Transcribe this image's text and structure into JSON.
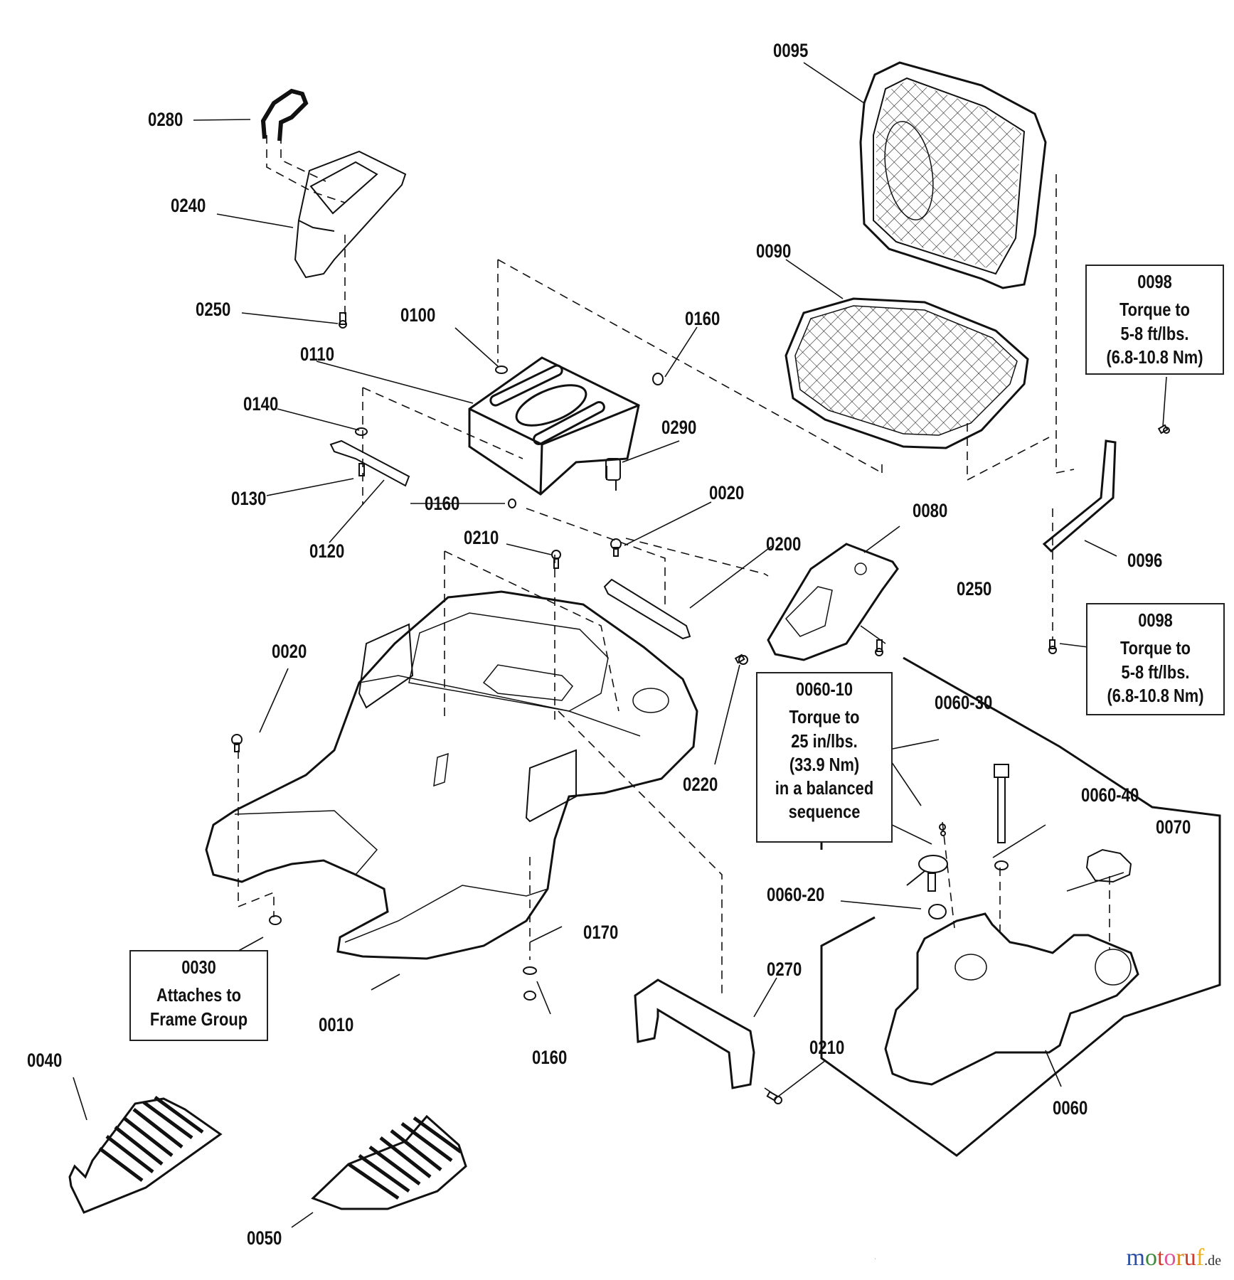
{
  "diagram": {
    "title": "Seat, Body, Fuel Tank Exploded Parts Diagram",
    "callouts": [
      {
        "id": "c0280",
        "text": "0280"
      },
      {
        "id": "c0240",
        "text": "0240"
      },
      {
        "id": "c0250a",
        "text": "0250"
      },
      {
        "id": "c0100",
        "text": "0100"
      },
      {
        "id": "c0110",
        "text": "0110"
      },
      {
        "id": "c0160a",
        "text": "0160"
      },
      {
        "id": "c0140",
        "text": "0140"
      },
      {
        "id": "c0290",
        "text": "0290"
      },
      {
        "id": "c0130",
        "text": "0130"
      },
      {
        "id": "c0160b",
        "text": "0160"
      },
      {
        "id": "c0120",
        "text": "0120"
      },
      {
        "id": "c0210a",
        "text": "0210"
      },
      {
        "id": "c0020a",
        "text": "0020"
      },
      {
        "id": "c0200",
        "text": "0200"
      },
      {
        "id": "c0080",
        "text": "0080"
      },
      {
        "id": "c0250b",
        "text": "0250"
      },
      {
        "id": "c0095",
        "text": "0095"
      },
      {
        "id": "c0090",
        "text": "0090"
      },
      {
        "id": "c0096",
        "text": "0096"
      },
      {
        "id": "c0020b",
        "text": "0020"
      },
      {
        "id": "c0220",
        "text": "0220"
      },
      {
        "id": "c0060-30",
        "text": "0060-30"
      },
      {
        "id": "c0060-40",
        "text": "0060-40"
      },
      {
        "id": "c0070",
        "text": "0070"
      },
      {
        "id": "c0060-20",
        "text": "0060-20"
      },
      {
        "id": "c0010",
        "text": "0010"
      },
      {
        "id": "c0170",
        "text": "0170"
      },
      {
        "id": "c0160c",
        "text": "0160"
      },
      {
        "id": "c0270",
        "text": "0270"
      },
      {
        "id": "c0210b",
        "text": "0210"
      },
      {
        "id": "c0060",
        "text": "0060"
      },
      {
        "id": "c0040",
        "text": "0040"
      },
      {
        "id": "c0050",
        "text": "0050"
      }
    ],
    "notes": {
      "n0098a": {
        "lines": [
          "0098",
          "Torque to",
          "5-8 ft/lbs.",
          "(6.8-10.8 Nm)"
        ]
      },
      "n0098b": {
        "lines": [
          "0098",
          "Torque to",
          "5-8 ft/lbs.",
          "(6.8-10.8 Nm)"
        ]
      },
      "n0060_10": {
        "lines": [
          "0060-10",
          "Torque to",
          "25 in/lbs.",
          "(33.9 Nm)",
          "in a balanced",
          "sequence"
        ]
      },
      "n0030": {
        "lines": [
          "0030",
          "Attaches to",
          "Frame Group"
        ]
      }
    }
  },
  "watermark": {
    "letters": [
      {
        "ch": "m",
        "color": "#2d4fa3"
      },
      {
        "ch": "o",
        "color": "#3b8a3a"
      },
      {
        "ch": "t",
        "color": "#d13b2a"
      },
      {
        "ch": "o",
        "color": "#e0559a"
      },
      {
        "ch": "r",
        "color": "#e08a1c"
      },
      {
        "ch": "u",
        "color": "#d13b2a"
      },
      {
        "ch": "f",
        "color": "#f0b21b"
      }
    ],
    "suffix": ".de"
  }
}
